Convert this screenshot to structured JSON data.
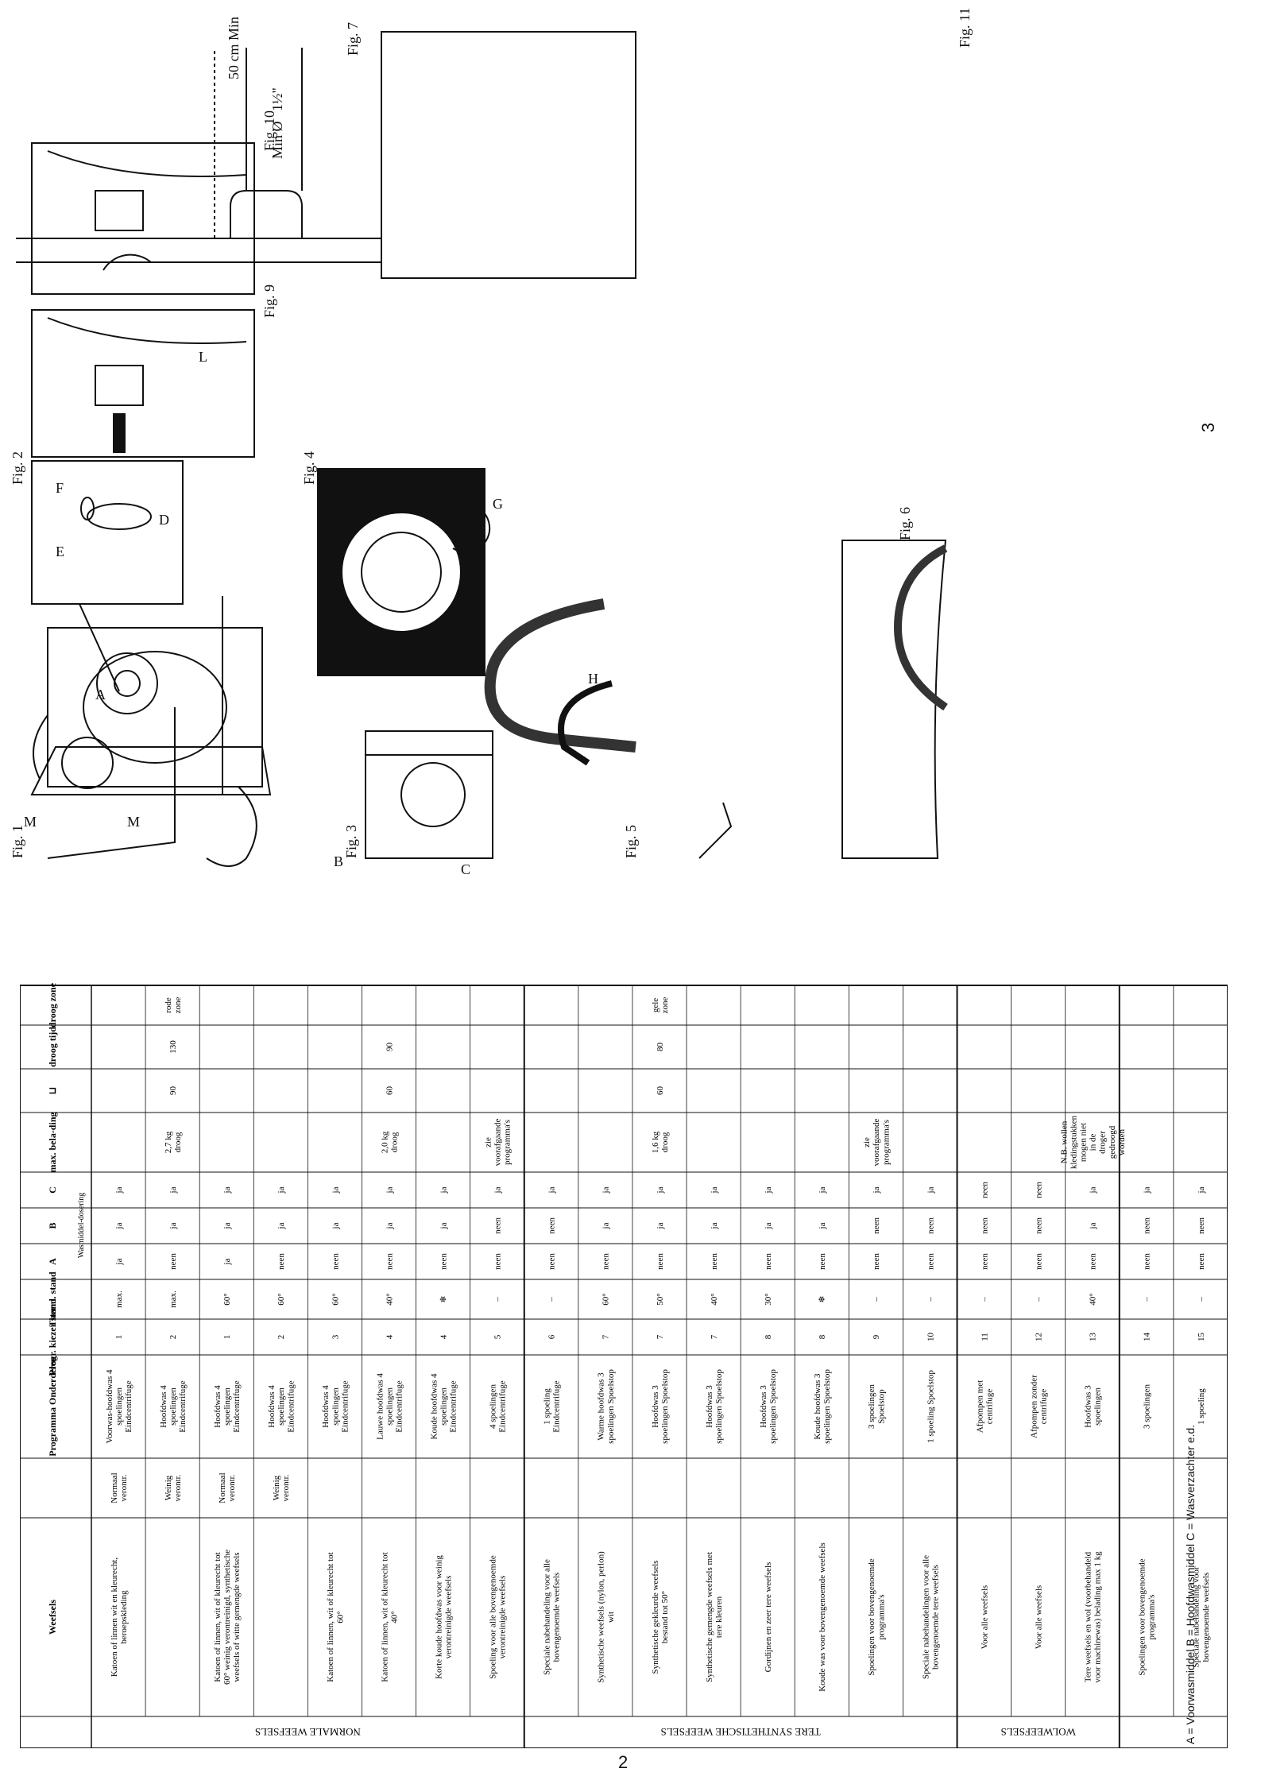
{
  "page_left_number": "2",
  "page_right_number": "3",
  "legend": "A = Voorwasmiddel   B = Hoofdwasmiddel   C = Wasverzachter e.d.",
  "table": {
    "headers": {
      "weefsels": "Weefsels",
      "programma": "Programma Onderdelen",
      "progr": "Progr. kiezer stand",
      "therm": "Therm. stand",
      "dosering": "Wasmiddel-dosering",
      "a": "A",
      "b": "B",
      "c": "C",
      "belading": "max. bela-ding",
      "droog_icon": "⊔",
      "droogtijd": "droog tijd",
      "droogzone": "droog zone"
    },
    "groups": [
      {
        "name": "NORMALE WEEFSELS",
        "rows": 8
      },
      {
        "name": "TERE SYNTHETISCHE WEEFSELS",
        "rows": 8
      },
      {
        "name": "WOLWEEFSELS",
        "rows": 3
      }
    ],
    "rows": [
      {
        "fabric": "Katoen of linnen wit en kleurecht, beroepskleding",
        "sub": "Normaal verontr.",
        "program": "Voorwas-hoofdwas 4 spoelingen Eindcentrifuge",
        "progr": "1",
        "therm": "max.",
        "a": "ja",
        "b": "ja",
        "c": "ja",
        "load": "",
        "dry1": "",
        "dry2": "",
        "zone": ""
      },
      {
        "fabric": "",
        "sub": "Weinig verontr.",
        "program": "Hoofdwas 4 spoelingen Eindcentrifuge",
        "progr": "2",
        "therm": "max.",
        "a": "neen",
        "b": "ja",
        "c": "ja",
        "load": "2,7 kg droog",
        "dry1": "90",
        "dry2": "130",
        "zone": "rode zone"
      },
      {
        "fabric": "Katoen of linnen, wit of kleurecht tot 60° weinig verontreinigd, synthetische weefsels of witte gemengde weefsels",
        "sub": "Normaal verontr.",
        "program": "Hoofdwas 4 spoelingen Eindcentrifuge",
        "progr": "1",
        "therm": "60°",
        "a": "ja",
        "b": "ja",
        "c": "ja",
        "load": "",
        "dry1": "",
        "dry2": "",
        "zone": ""
      },
      {
        "fabric": "",
        "sub": "Weinig verontr.",
        "program": "Hoofdwas 4 spoelingen Eindcentrifuge",
        "progr": "2",
        "therm": "60°",
        "a": "neen",
        "b": "ja",
        "c": "ja",
        "load": "",
        "dry1": "",
        "dry2": "",
        "zone": ""
      },
      {
        "fabric": "Katoen of linnen, wit of kleurecht tot 60°",
        "sub": "",
        "program": "Hoofdwas 4 spoelingen Eindcentrifuge",
        "progr": "3",
        "therm": "60°",
        "a": "neen",
        "b": "ja",
        "c": "ja",
        "load": "",
        "dry1": "",
        "dry2": "",
        "zone": ""
      },
      {
        "fabric": "Katoen of linnen, wit of kleurecht tot 40°",
        "sub": "",
        "program": "Lauwe hoofdwas 4 spoelingen Eindcentrifuge",
        "progr": "4",
        "therm": "40°",
        "a": "neen",
        "b": "ja",
        "c": "ja",
        "load": "2,0 kg droog",
        "dry1": "60",
        "dry2": "90",
        "zone": ""
      },
      {
        "fabric": "Korte koude hoofdwas voor weinig verontreinigde weefsels",
        "sub": "",
        "program": "Koude hoofdwas 4 spoelingen Eindcentrifuge",
        "progr": "4",
        "therm": "❄",
        "a": "neen",
        "b": "ja",
        "c": "ja",
        "load": "",
        "dry1": "",
        "dry2": "",
        "zone": ""
      },
      {
        "fabric": "Spoeling voor alle bovengenoemde verontreinigde weefsels",
        "sub": "",
        "program": "4 spoelingen Eindcentrifuge",
        "progr": "5",
        "therm": "–",
        "a": "neen",
        "b": "neen",
        "c": "ja",
        "load": "zie voorafgaande programma's",
        "dry1": "",
        "dry2": "",
        "zone": ""
      },
      {
        "fabric": "Speciale nabehandeling voor alle bovengenoemde weefsels",
        "sub": "",
        "program": "1 spoeling Eindcentrifuge",
        "progr": "6",
        "therm": "–",
        "a": "neen",
        "b": "neen",
        "c": "ja",
        "load": "",
        "dry1": "",
        "dry2": "",
        "zone": ""
      },
      {
        "fabric": "Synthetische weefsels (nylon, perlon) wit",
        "sub": "",
        "program": "Warme hoofdwas 3 spoelingen Spoelstop",
        "progr": "7",
        "therm": "60°",
        "a": "neen",
        "b": "ja",
        "c": "ja",
        "load": "",
        "dry1": "",
        "dry2": "",
        "zone": ""
      },
      {
        "fabric": "Synthetische gekleurde weefsels bestand tot 50°",
        "sub": "",
        "program": "Hoofdwas 3 spoelingen Spoelstop",
        "progr": "7",
        "therm": "50°",
        "a": "neen",
        "b": "ja",
        "c": "ja",
        "load": "1,6 kg droog",
        "dry1": "60",
        "dry2": "80",
        "zone": "gele zone"
      },
      {
        "fabric": "Synthetische gemengde weefsels met tere kleuren",
        "sub": "",
        "program": "Hoofdwas 3 spoelingen Spoelstop",
        "progr": "7",
        "therm": "40°",
        "a": "neen",
        "b": "ja",
        "c": "ja",
        "load": "",
        "dry1": "",
        "dry2": "",
        "zone": ""
      },
      {
        "fabric": "Gordijnen en zeer tere weefsels",
        "sub": "",
        "program": "Hoofdwas 3 spoelingen Spoelstop",
        "progr": "8",
        "therm": "30°",
        "a": "neen",
        "b": "ja",
        "c": "ja",
        "load": "",
        "dry1": "",
        "dry2": "",
        "zone": ""
      },
      {
        "fabric": "Koude was voor bovengenoemde weefsels",
        "sub": "",
        "program": "Koude hoofdwas 3 spoelingen Spoelstop",
        "progr": "8",
        "therm": "❄",
        "a": "neen",
        "b": "ja",
        "c": "ja",
        "load": "",
        "dry1": "",
        "dry2": "",
        "zone": ""
      },
      {
        "fabric": "Spoelingen voor bovengenoemde programma's",
        "sub": "",
        "program": "3 spoelingen Spoelstop",
        "progr": "9",
        "therm": "–",
        "a": "neen",
        "b": "neen",
        "c": "ja",
        "load": "zie voorafgaande programma's",
        "dry1": "",
        "dry2": "",
        "zone": ""
      },
      {
        "fabric": "Speciale nabehandelingen voor alle bovengenoemde tere weefsels",
        "sub": "",
        "program": "1 spoeling Spoelstop",
        "progr": "10",
        "therm": "–",
        "a": "neen",
        "b": "neen",
        "c": "ja",
        "load": "",
        "dry1": "",
        "dry2": "",
        "zone": ""
      },
      {
        "fabric": "Voor alle weefsels",
        "sub": "",
        "program": "Afpompen met centrifuge",
        "progr": "11",
        "therm": "–",
        "a": "neen",
        "b": "neen",
        "c": "neen",
        "load": "",
        "dry1": "",
        "dry2": "",
        "zone": ""
      },
      {
        "fabric": "Voor alle weefsels",
        "sub": "",
        "program": "Afpompen zonder centrifuge",
        "progr": "12",
        "therm": "–",
        "a": "neen",
        "b": "neen",
        "c": "neen",
        "load": "",
        "dry1": "",
        "dry2": "",
        "zone": ""
      },
      {
        "fabric": "Tere weefsels en wol (voorbehandeld voor machinewas) belading max 1 kg",
        "sub": "",
        "program": "Hoofdwas 3 spoelingen",
        "progr": "13",
        "therm": "40°",
        "a": "neen",
        "b": "ja",
        "c": "ja",
        "load": "N.B. wollen kledingstukken mogen niet in de droger gedroogd worden",
        "dry1": "",
        "dry2": "",
        "zone": ""
      },
      {
        "fabric": "Spoelingen voor bovengenoemde programma's",
        "sub": "",
        "program": "3 spoelingen",
        "progr": "14",
        "therm": "–",
        "a": "neen",
        "b": "neen",
        "c": "ja",
        "load": "",
        "dry1": "",
        "dry2": "",
        "zone": ""
      },
      {
        "fabric": "Speciale nabehandeling voor bovengenoemde weefsels",
        "sub": "",
        "program": "1 spoeling",
        "progr": "15",
        "therm": "–",
        "a": "neen",
        "b": "neen",
        "c": "ja",
        "load": "",
        "dry1": "",
        "dry2": "",
        "zone": ""
      }
    ]
  },
  "figures": {
    "fig1": "Fig. 1",
    "fig2": "Fig. 2",
    "fig3": "Fig. 3",
    "fig4": "Fig. 4",
    "fig5": "Fig. 5",
    "fig6": "Fig. 6",
    "fig7": "Fig. 7",
    "fig9": "Fig. 9",
    "fig10": "Fig. 10",
    "fig11": "Fig. 11",
    "dim_50": "50 cm Min",
    "dim_pipe": "1½\"",
    "dim_min": "Min Ø",
    "letters": {
      "A": "A",
      "B": "B",
      "C": "C",
      "D": "D",
      "E": "E",
      "F": "F",
      "G": "G",
      "H": "H",
      "L": "L",
      "M1": "M",
      "M2": "M"
    }
  }
}
